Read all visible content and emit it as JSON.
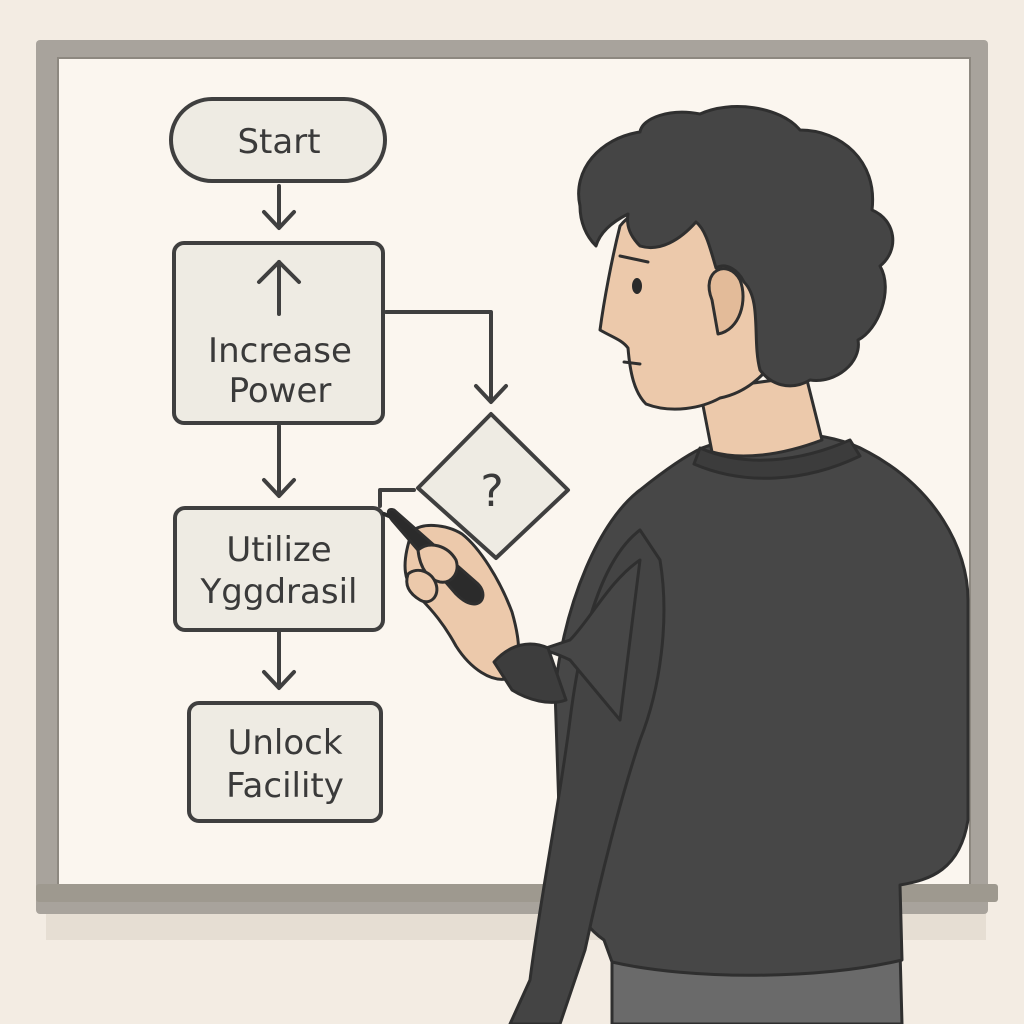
{
  "flowchart": {
    "start": {
      "label": "Start"
    },
    "increase_power": {
      "line1": "Increase",
      "line2": "Power"
    },
    "decision": {
      "label": "?"
    },
    "utilize_yggdrasil": {
      "line1": "Utilize",
      "line2": "Yggdrasil"
    },
    "unlock_facility": {
      "line1": "Unlock",
      "line2": "Facility"
    }
  },
  "icons": {
    "up_arrow": "up-arrow-icon",
    "pen": "marker-pen-icon"
  },
  "colors": {
    "background": "#f3ece3",
    "board_frame": "#a8a39c",
    "board_surface": "#fbf6ef",
    "node_fill": "#eeebe3",
    "stroke": "#3f3f3f",
    "hair": "#454545",
    "skin": "#ecc9ab",
    "sweater": "#474747"
  }
}
